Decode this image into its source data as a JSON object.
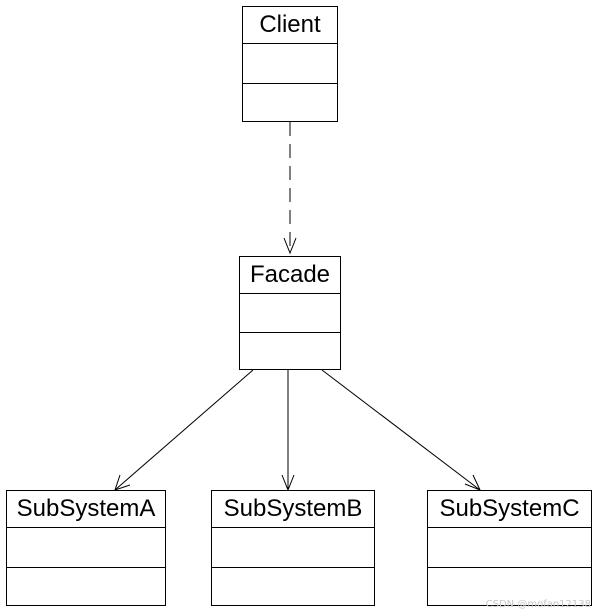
{
  "classes": {
    "client": {
      "name": "Client"
    },
    "facade": {
      "name": "Facade"
    },
    "subsystem_a": {
      "name": "SubSystemA"
    },
    "subsystem_b": {
      "name": "SubSystemB"
    },
    "subsystem_c": {
      "name": "SubSystemC"
    }
  },
  "relations": [
    {
      "from": "Client",
      "to": "Facade",
      "kind": "dependency"
    },
    {
      "from": "Facade",
      "to": "SubSystemA",
      "kind": "association"
    },
    {
      "from": "Facade",
      "to": "SubSystemB",
      "kind": "association"
    },
    {
      "from": "Facade",
      "to": "SubSystemC",
      "kind": "association"
    }
  ],
  "watermark": "CSDN @mofan12138",
  "colors": {
    "line": "#000000",
    "background": "#ffffff",
    "watermark": "#c8c8c8"
  }
}
